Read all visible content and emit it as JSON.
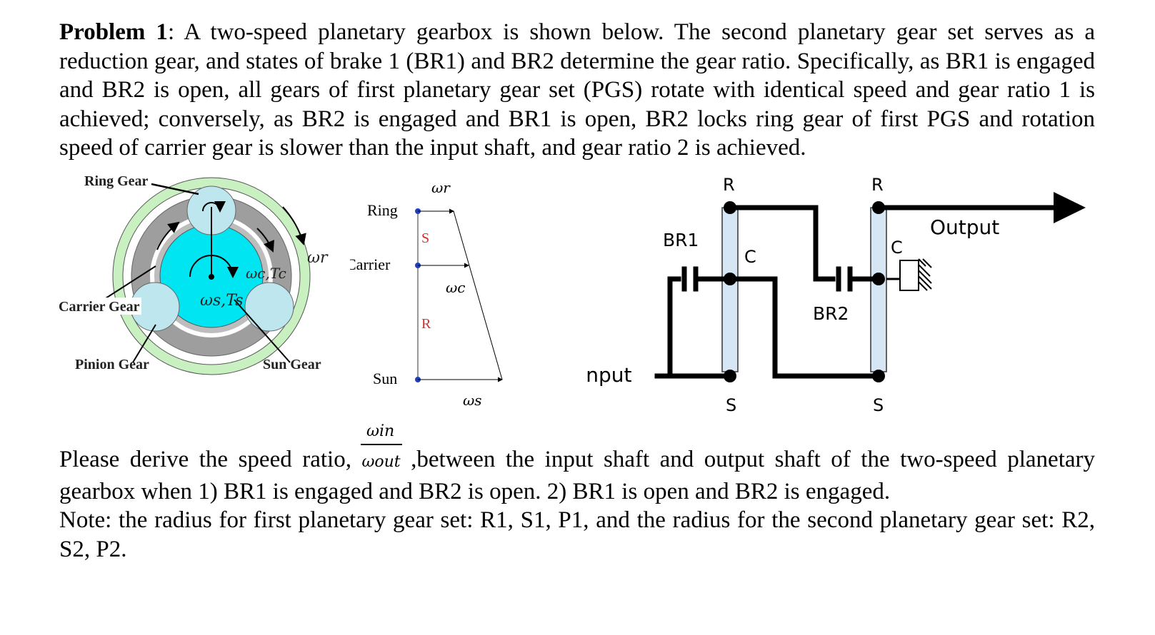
{
  "problem": {
    "label": "Problem 1",
    "intro": ": A two-speed planetary gearbox is shown below. The second planetary gear set serves as a reduction gear, and states of brake 1 (BR1) and BR2 determine the gear ratio. Specifically, as BR1 is engaged and BR2 is open, all gears of first planetary gear set (PGS) rotate with identical speed and gear ratio 1 is achieved; conversely, as BR2 is engaged and BR1 is open, BR2 locks ring gear of first PGS and rotation speed of carrier gear is slower than the input shaft, and gear ratio 2 is achieved.",
    "question_before": "Please derive the speed ratio, ",
    "question_after": " ,between the input shaft and output shaft of the two-speed planetary gearbox when 1) BR1 is engaged and BR2 is open. 2) BR1 is open and BR2 is engaged.",
    "note": "Note: the radius for first planetary gear set: R1, S1, P1, and the radius for the second planetary gear set: R2, S2, P2.",
    "ratio_numerator": "ωin",
    "ratio_denominator": "ωout"
  },
  "gear_figure": {
    "ring_gear": "Ring Gear",
    "carrier_gear": "Carrier Gear",
    "pinion_gear": "Pinion Gear",
    "sun_gear": "Sun Gear",
    "omega_r": "ωr",
    "omega_c_T_c": "ωc,Tc",
    "omega_s_T_s": "ωs,Ts"
  },
  "lever_figure": {
    "ring": "Ring",
    "carrier": "Carrier",
    "sun": "Sun",
    "omega_r": "ωr",
    "omega_c": "ωc",
    "omega_s": "ωs",
    "s_label": "S",
    "r_label": "R"
  },
  "schematic": {
    "r1": "R",
    "r2": "R",
    "c1": "C",
    "c2": "C",
    "s1": "S",
    "s2": "S",
    "br1": "BR1",
    "br2": "BR2",
    "input": "Input",
    "output": "Output"
  },
  "colors": {
    "ring_light_green": "#c8f0c0",
    "carrier_gray": "#9e9e9e",
    "sun_cyan": "#00e5f2",
    "pinion_blue": "#bde6ee",
    "shaft_blue": "#d6e6f5",
    "lever_red": "#d03030",
    "lever_blue": "#1f3fbf"
  }
}
